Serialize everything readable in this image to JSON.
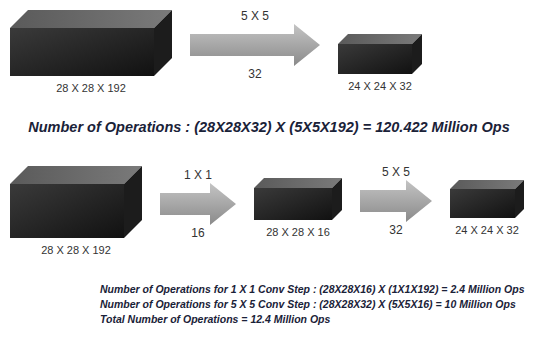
{
  "diagram": {
    "nodes": [
      {
        "text": [
          "28 X 28 X 192"
        ]
      },
      {
        "text": [
          "24 X 24 X 32"
        ]
      },
      {
        "text": [
          "28 X 28 X 192"
        ]
      },
      {
        "text": [
          "28 X 28 X 16"
        ]
      },
      {
        "text": [
          "24 X 24 X 32"
        ]
      }
    ],
    "edges": [
      {
        "from": 0,
        "to": 1,
        "label": "5 X 5",
        "arrow": "to"
      },
      {
        "from": 2,
        "to": 3,
        "label": "1 X 1",
        "arrow": "to"
      },
      {
        "from": 3,
        "to": 4,
        "label": "5 X 5",
        "arrow": "to"
      }
    ],
    "labels": [
      "32",
      "Number of Operations : (28X28X32) X (5X5X192) = 120.422 Million Ops",
      "16",
      "32",
      "Number of Operations for 1 X 1 Conv Step : (28X28X16) X (1X1X192) = 2.4 Million Ops",
      "Number of Operations for 5 X 5 Conv Step : (28X28X32) X (5X5X16) = 10 Million Ops",
      "Total Number of Operations = 12.4 Million Ops"
    ]
  }
}
